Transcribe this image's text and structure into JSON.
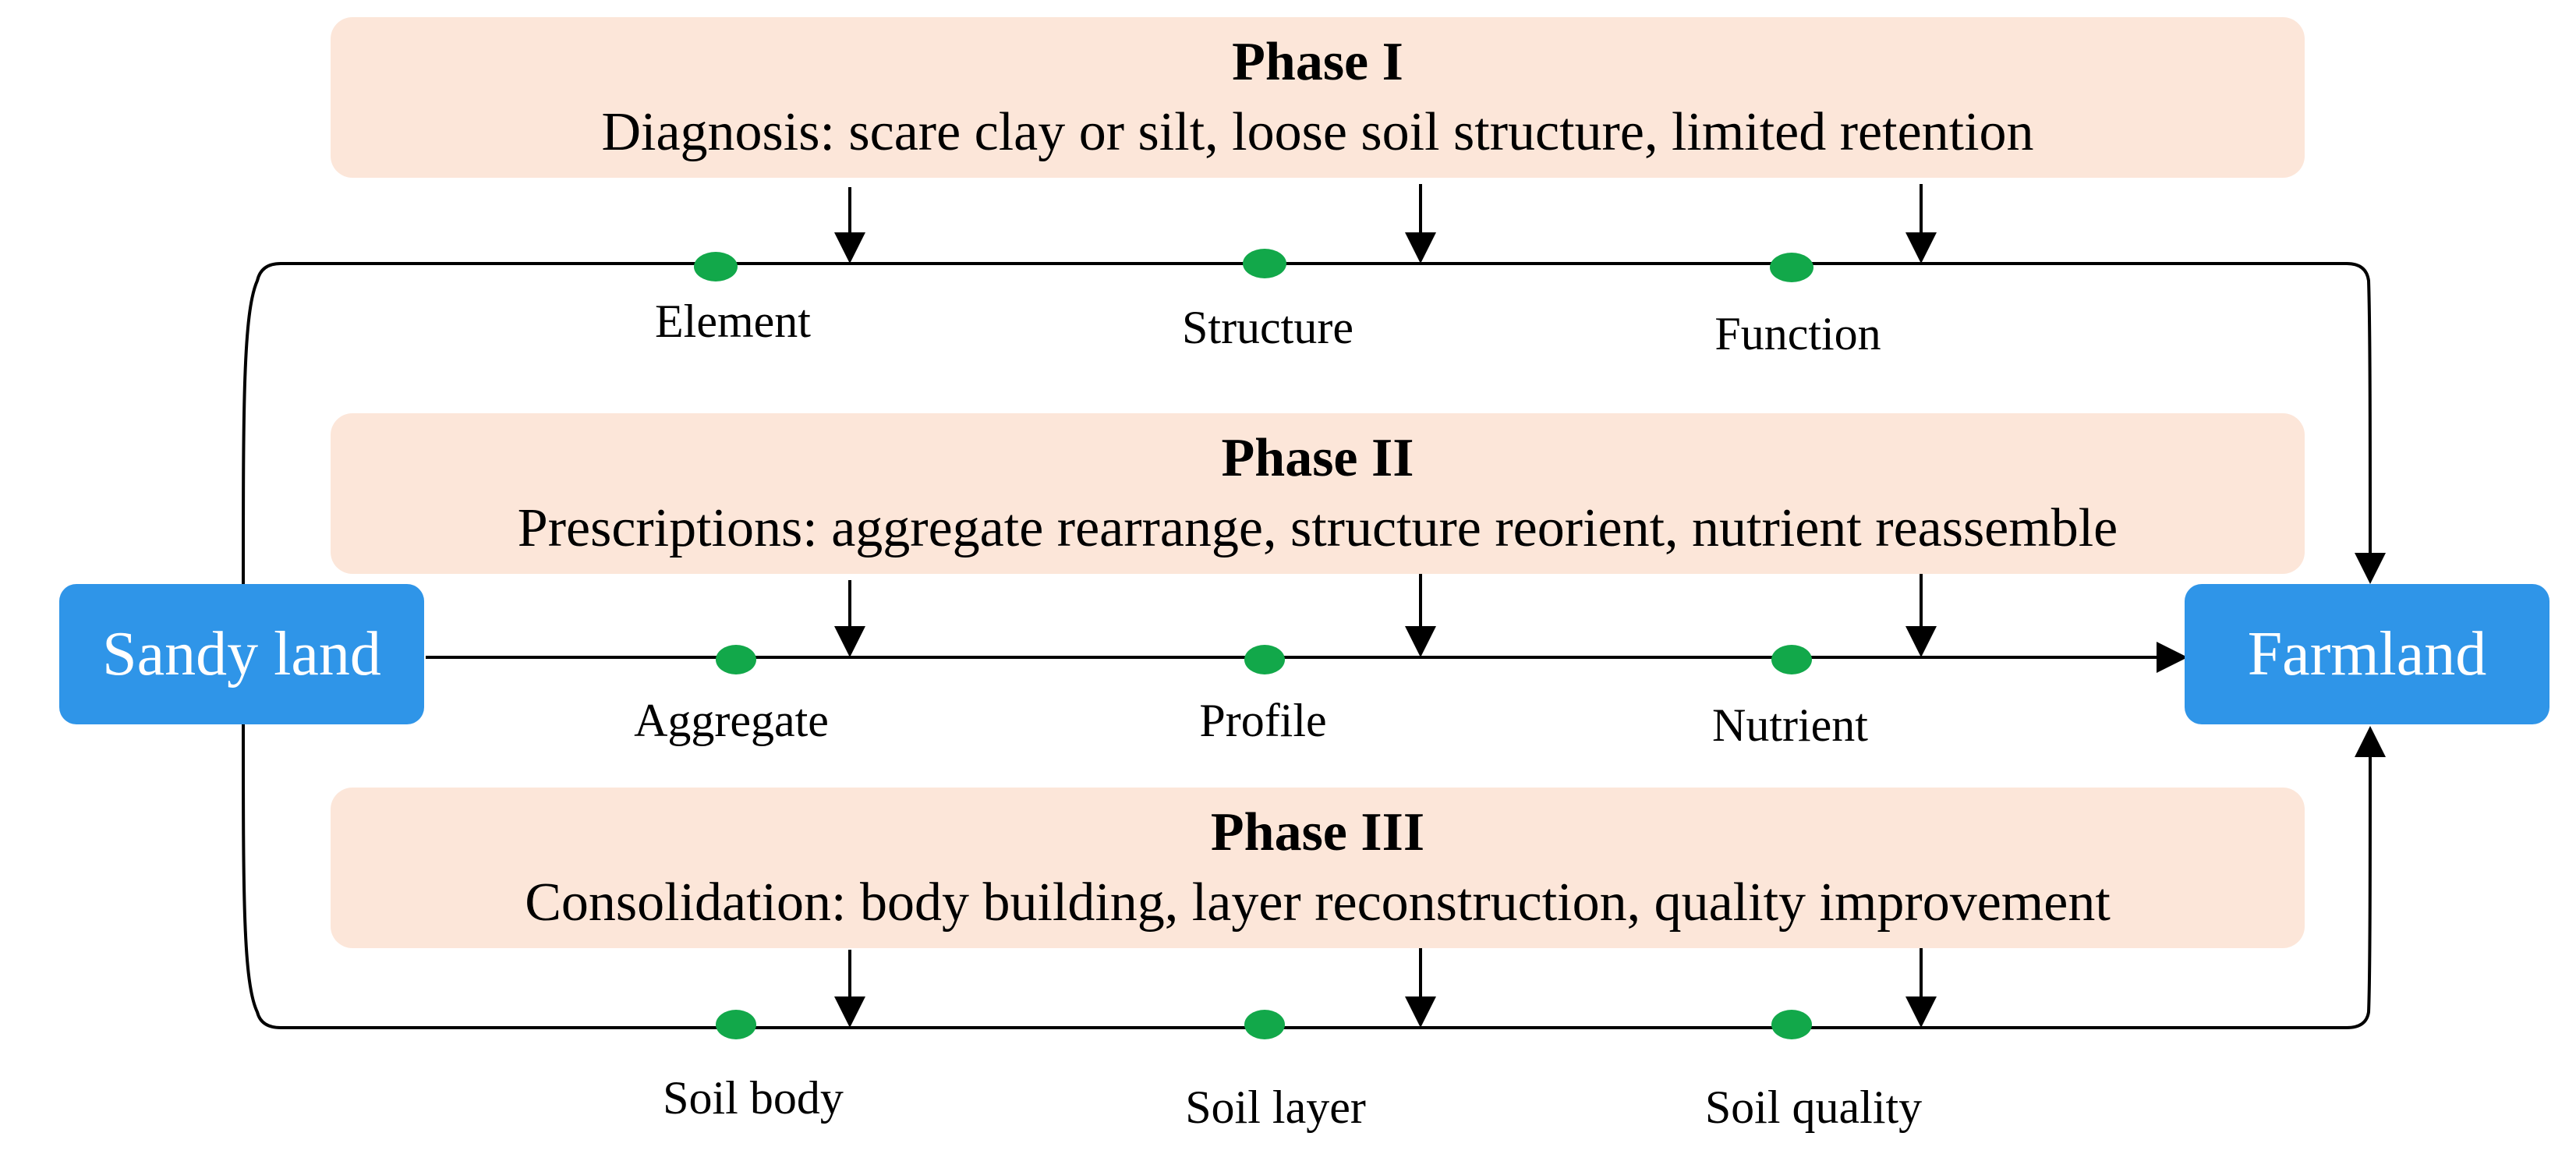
{
  "colors": {
    "phase_fill": "#fce6d9",
    "node_fill": "#2f95e8",
    "dot": "#12a84a",
    "line": "#000000"
  },
  "phases": [
    {
      "title": "Phase I",
      "desc": "Diagnosis: scare clay or silt, loose soil structure, limited retention"
    },
    {
      "title": "Phase II",
      "desc": "Prescriptions: aggregate rearrange, structure reorient, nutrient reassemble"
    },
    {
      "title": "Phase III",
      "desc": "Consolidation: body building, layer reconstruction, quality improvement"
    }
  ],
  "nodes": {
    "start": "Sandy land",
    "end": "Farmland"
  },
  "rows": [
    {
      "labels": [
        "Element",
        "Structure",
        "Function"
      ]
    },
    {
      "labels": [
        "Aggregate",
        "Profile",
        "Nutrient"
      ]
    },
    {
      "labels": [
        "Soil body",
        "Soil layer",
        "Soil quality"
      ]
    }
  ]
}
